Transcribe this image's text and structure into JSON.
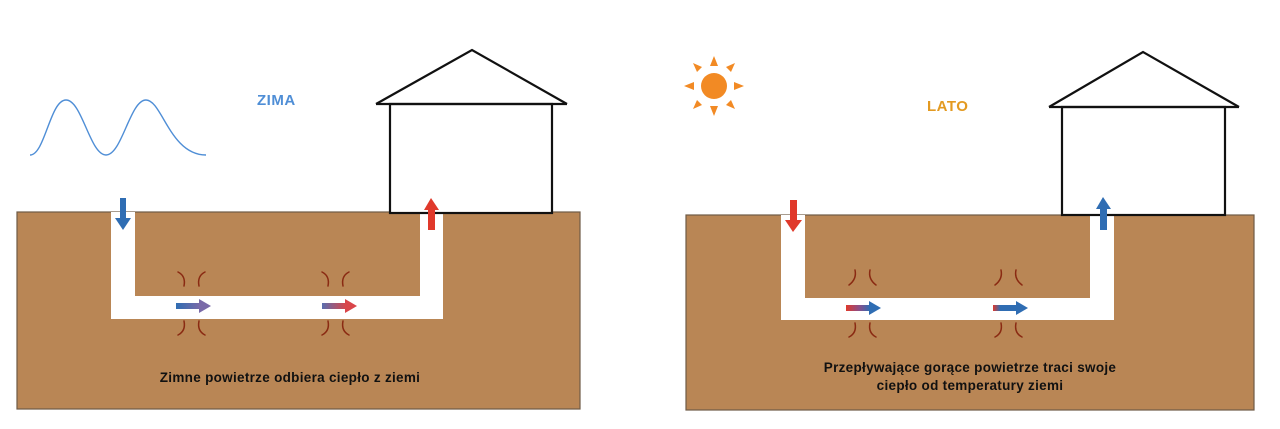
{
  "colors": {
    "ground": "#b98655",
    "ground_outline": "#6f5a45",
    "pipe": "#ffffff",
    "house_line": "#111111",
    "winter_title": "#4f8ed6",
    "summer_title": "#e39a21",
    "cold_arrow": "#2f6db3",
    "hot_arrow": "#e0392b",
    "heat_curl": "#8a2a12",
    "sun": "#f28a24",
    "wave": "#4f8ed6"
  },
  "icons": {
    "winter_weather": "cold-wave-icon",
    "summer_weather": "sun-icon",
    "heat_flow": "heat-curl-icon"
  },
  "winter": {
    "title": "ZIMA",
    "caption": "Zimne powietrze odbiera ciepło z ziemi",
    "inlet_arrow": "cold",
    "pipe_arrows": [
      "cold-to-warm",
      "warm"
    ],
    "outlet_arrow": "hot"
  },
  "summer": {
    "title": "LATO",
    "caption_line1": "Przepływające gorące powietrze traci swoje",
    "caption_line2": "ciepło od temperatury ziemi",
    "inlet_arrow": "hot",
    "pipe_arrows": [
      "hot-to-cold",
      "cold"
    ],
    "outlet_arrow": "cold"
  }
}
